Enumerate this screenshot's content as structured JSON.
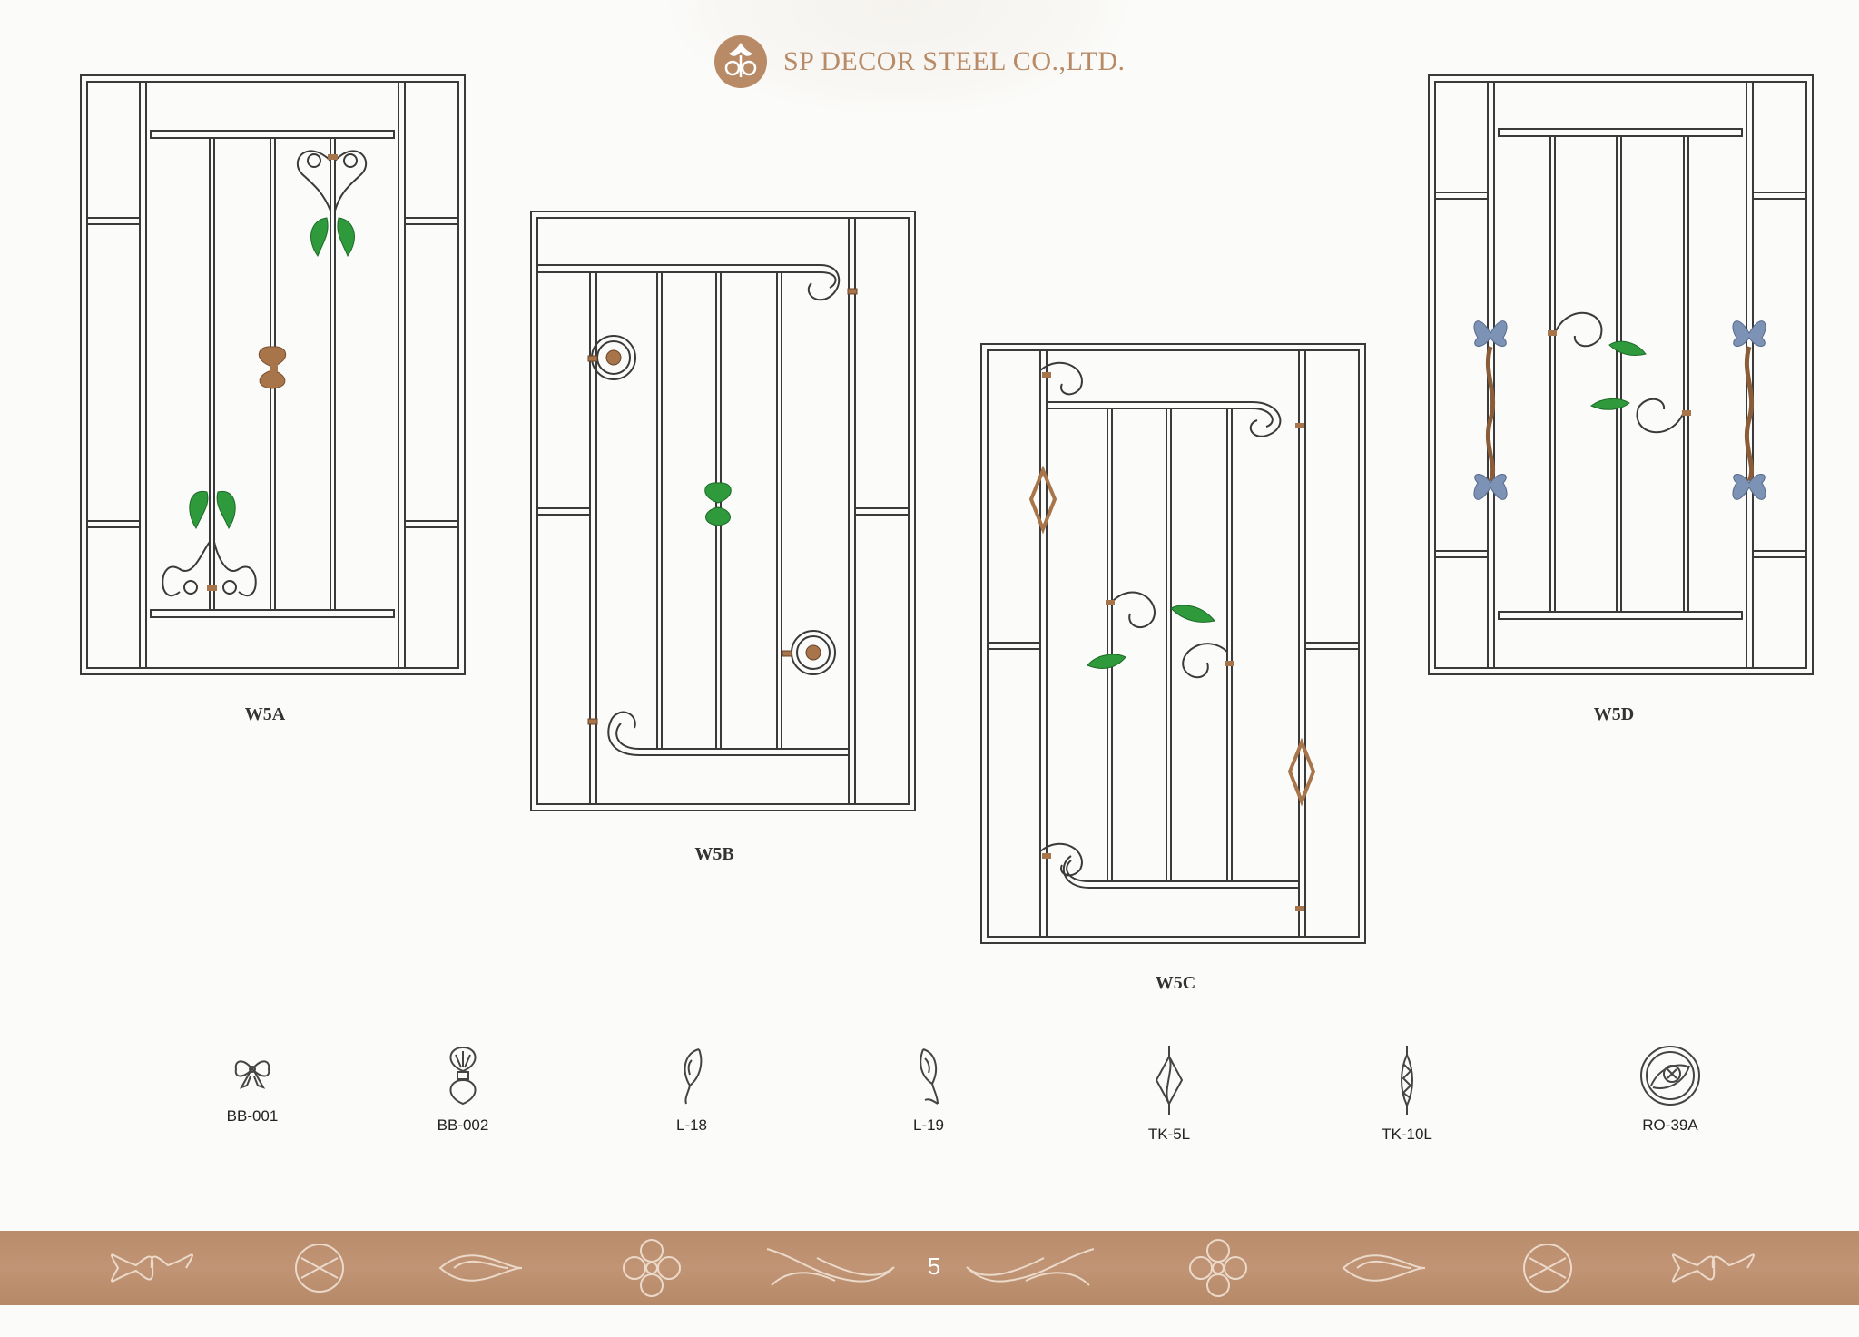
{
  "header": {
    "company": "SP DECOR STEEL CO.,LTD."
  },
  "designs": [
    {
      "code": "W5A"
    },
    {
      "code": "W5B"
    },
    {
      "code": "W5C"
    },
    {
      "code": "W5D"
    }
  ],
  "parts": [
    {
      "code": "BB-001",
      "icon": "bow-icon"
    },
    {
      "code": "BB-002",
      "icon": "double-shell-icon"
    },
    {
      "code": "L-18",
      "icon": "leaf-icon"
    },
    {
      "code": "L-19",
      "icon": "leaf-icon"
    },
    {
      "code": "TK-5L",
      "icon": "twisted-basket-icon"
    },
    {
      "code": "TK-10L",
      "icon": "twisted-bar-icon"
    },
    {
      "code": "RO-39A",
      "icon": "rosette-icon"
    }
  ],
  "footer": {
    "page_number": "5"
  },
  "colors": {
    "brand": "#b88a66",
    "band": "#bf9372",
    "frame_line": "#3a3a3a",
    "leaf_green": "#2e9a3c",
    "copper": "#a8744a",
    "bow_blue": "#7d93b5"
  }
}
